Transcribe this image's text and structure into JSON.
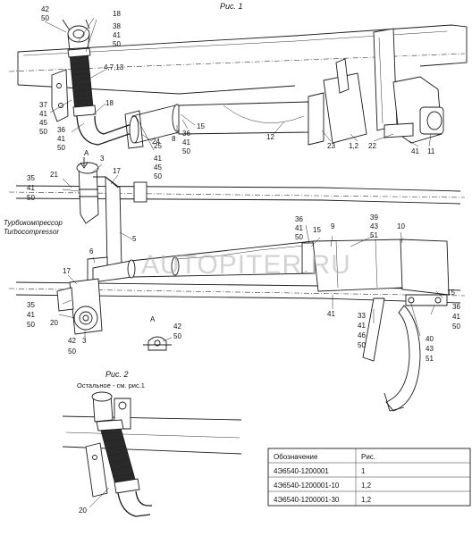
{
  "figure1": {
    "caption": "Рис. 1"
  },
  "figure2": {
    "caption": "Рис. 2",
    "note": "Остальное - см. рис.1"
  },
  "labels": {
    "turbo_ru": "Турбокомпрессор",
    "turbo_en": "Turbocompressor",
    "view_a_top": "A",
    "view_a_mid": "A"
  },
  "watermark": "AUTOPITER.RU",
  "callouts": {
    "c42_50_top": [
      "42",
      "50"
    ],
    "c18_38_41_50": [
      "18",
      "38",
      "41",
      "50"
    ],
    "c4_7_13": "4,7,13",
    "c37_41_45_50": [
      "37",
      "41",
      "45",
      "50"
    ],
    "c18b": "18",
    "c36_41_50": [
      "36",
      "41",
      "50"
    ],
    "c24": "24",
    "c25_41_45_50": [
      "25",
      "41",
      "45",
      "50"
    ],
    "c8": "8",
    "c36_41_50b": [
      "36",
      "41",
      "50"
    ],
    "c15": "15",
    "c12": "12",
    "c23": "23",
    "c1_2": "1,2",
    "c22": "22",
    "c41": "41",
    "c11": "11",
    "c3": "3",
    "c17": "17",
    "c21": "21",
    "c35_41_50": [
      "35",
      "41",
      "50"
    ],
    "c5": "5",
    "c6": "6",
    "c36_41_50c": [
      "36",
      "41",
      "50"
    ],
    "c15b": "15",
    "c9": "9",
    "c39_43_51": [
      "39",
      "43",
      "51"
    ],
    "c10": "10",
    "c17b": "17",
    "c35_41_50b": [
      "35",
      "41",
      "50"
    ],
    "c20": "20",
    "c3b": "3",
    "c42_50_bot": [
      "42",
      "50"
    ],
    "c42_50_view": [
      "42",
      "50"
    ],
    "c41b": "41",
    "c33_41_46_50": [
      "33",
      "41",
      "46",
      "50"
    ],
    "c15c": "15",
    "c36_41_50d": [
      "36",
      "41",
      "50"
    ],
    "c40_43_51": [
      "40",
      "43",
      "51"
    ],
    "c20b": "20"
  },
  "table": {
    "headers": [
      "Обозначение",
      "Рис."
    ],
    "rows": [
      [
        "4Э6540-1200001",
        "1"
      ],
      [
        "4Э6540-1200001-10",
        "1,2"
      ],
      [
        "4Э6540-1200001-30",
        "1,2"
      ]
    ]
  }
}
